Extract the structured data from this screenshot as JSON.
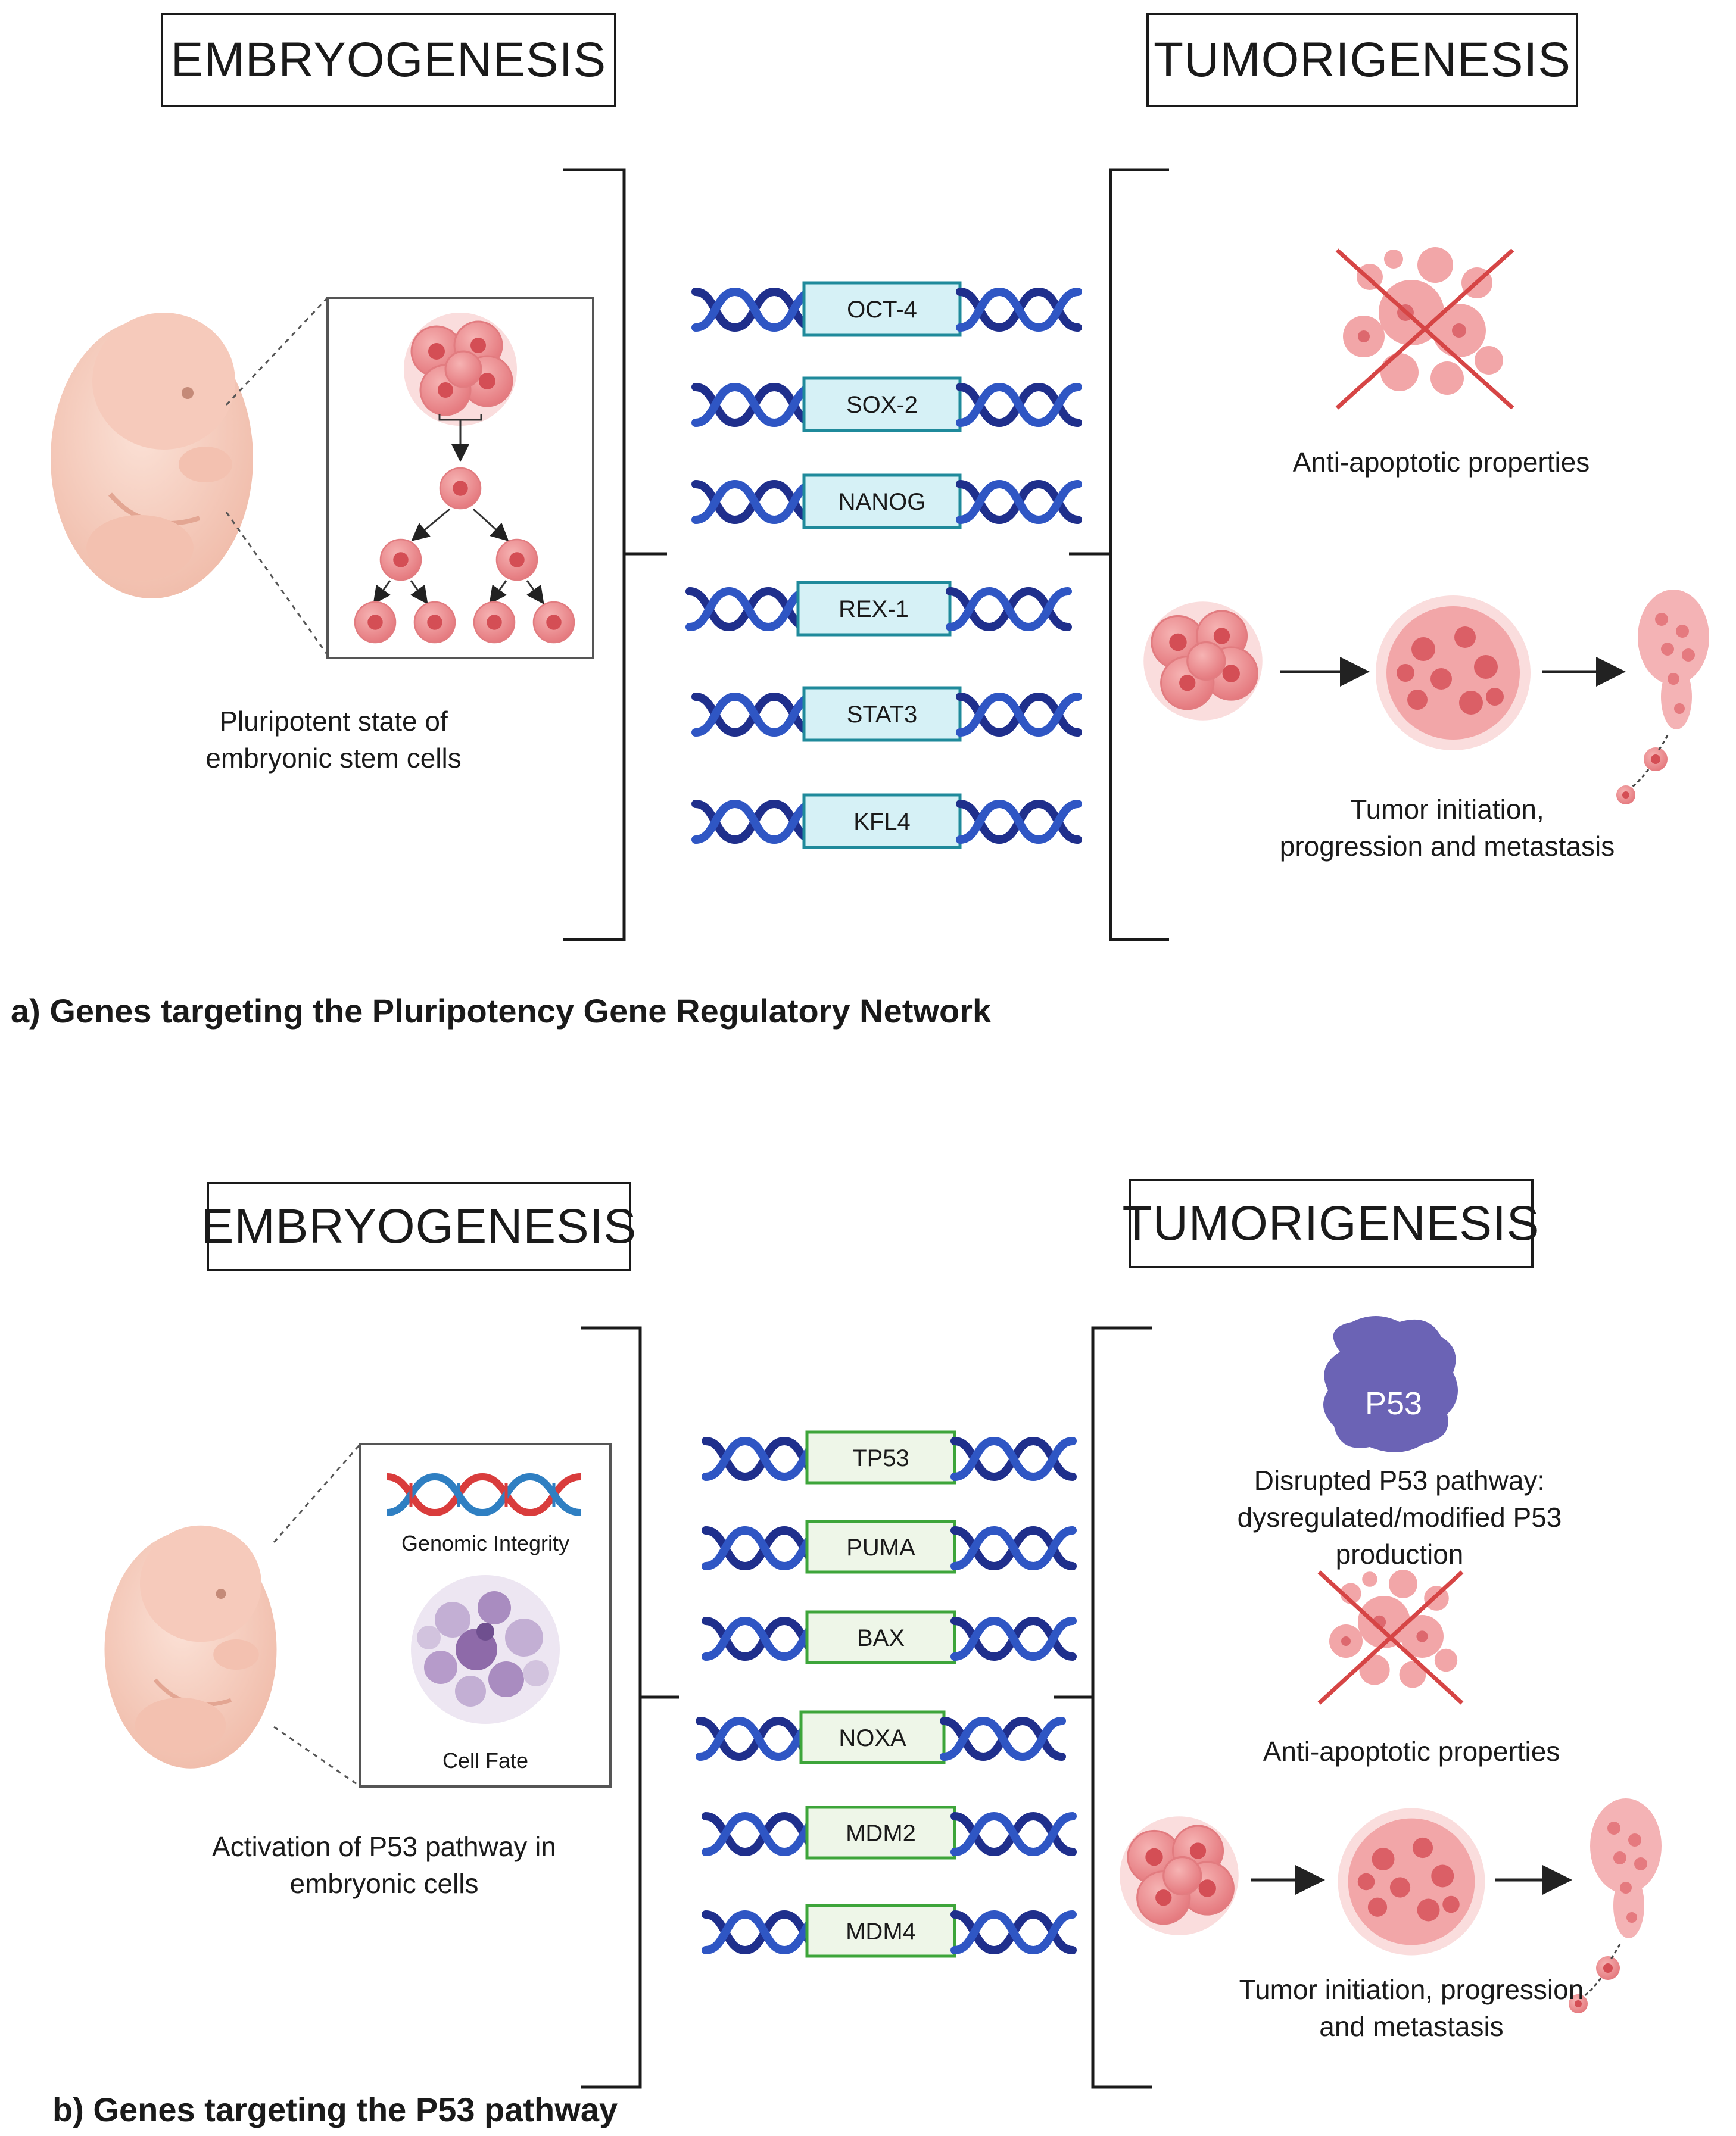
{
  "panel_a": {
    "embryo_header": "EMBRYOGENESIS",
    "tumor_header": "TUMORIGENESIS",
    "embryo_label_line1": "Pluripotent state of",
    "embryo_label_line2": "embryonic stem cells",
    "genes": [
      "OCT-4",
      "SOX-2",
      "NANOG",
      "REX-1",
      "STAT3",
      "KFL4"
    ],
    "anti_apoptotic": "Anti-apoptotic properties",
    "tumor_line1": "Tumor initiation,",
    "tumor_line2": "progression and metastasis",
    "caption": "a) Genes targeting the Pluripotency Gene Regulatory Network"
  },
  "panel_b": {
    "embryo_header": "EMBRYOGENESIS",
    "tumor_header": "TUMORIGENESIS",
    "genomic_integrity": "Genomic Integrity",
    "cell_fate": "Cell Fate",
    "embryo_label_line1": "Activation of P53 pathway in",
    "embryo_label_line2": "embryonic cells",
    "genes": [
      "TP53",
      "PUMA",
      "BAX",
      "NOXA",
      "MDM2",
      "MDM4"
    ],
    "p53_protein": "P53",
    "disrupted_line1": "Disrupted P53 pathway:",
    "disrupted_line2": "dysregulated/modified P53",
    "disrupted_line3": "production",
    "anti_apoptotic": "Anti-apoptotic properties",
    "tumor_line1": "Tumor initiation, progression",
    "tumor_line2": "and metastasis",
    "caption": "b) Genes targeting the P53 pathway"
  },
  "colors": {
    "dna_dark": "#1f2f8c",
    "dna_light": "#2f56c4",
    "gene_box_a_fill": "#d6f1f6",
    "gene_box_a_stroke": "#1f8a9b",
    "gene_box_b_fill": "#eef6e8",
    "gene_box_b_stroke": "#3da53a",
    "cell_pink": "#ee8c8c",
    "cell_nucleus": "#d44e55",
    "cross_red": "#d64545",
    "p53_purple": "#6b63b5",
    "embryo": "#f6cfc0"
  }
}
